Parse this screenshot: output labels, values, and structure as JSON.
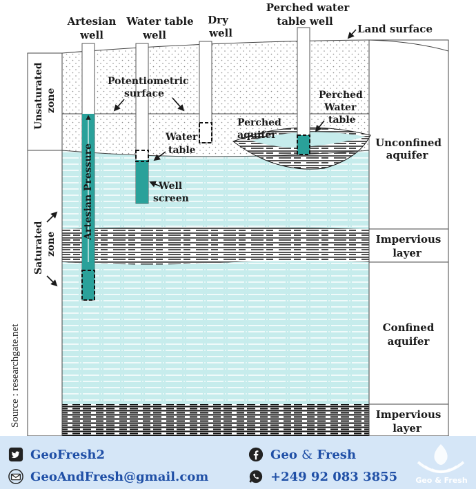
{
  "labels": {
    "artesian_well": [
      "Artesian",
      "well"
    ],
    "water_table_well": [
      "Water table",
      "well"
    ],
    "dry_well": [
      "Dry",
      "well"
    ],
    "perched_well": [
      "Perched water",
      "table well"
    ],
    "land_surface": "Land surface",
    "unsaturated_zone": [
      "Unsaturated",
      "zone"
    ],
    "saturated_zone": [
      "Saturated",
      "zone"
    ],
    "potentiometric_surface": [
      "Potentiometric",
      "surface"
    ],
    "perched_aquifer": [
      "Perched",
      "aquifer"
    ],
    "perched_water_table": [
      "Perched",
      "Water",
      "table"
    ],
    "water_table": [
      "Water",
      "table"
    ],
    "artesian_pressure": "Artesian Pressure",
    "well_screen": [
      "Well",
      "screen"
    ],
    "unconfined_aquifer": [
      "Unconfined",
      "aquifer"
    ],
    "impervious_layer": [
      "Impervious",
      "layer"
    ],
    "confined_aquifer": [
      "Confined",
      "aquifer"
    ],
    "impervious_layer_bottom": [
      "Impervious",
      "layer"
    ],
    "source": "Source : researchgate.net"
  },
  "footer": {
    "twitter": "GeoFresh2",
    "email": "GeoAndFresh@gmail.com",
    "facebook_prefix": "Geo ",
    "facebook_amp": "&",
    "facebook_suffix": " Fresh",
    "whatsapp": "+249 92 083 3855",
    "logo_text": "Geo & Fresh"
  },
  "colors": {
    "water": "#c6ecec",
    "well_fill": "#2aa19a",
    "footer_bg": "#d5e6f7",
    "footer_text": "#1f4fa6"
  },
  "icons": [
    "twitter-icon",
    "email-icon",
    "facebook-icon",
    "whatsapp-icon",
    "geofresh-logo-icon"
  ]
}
